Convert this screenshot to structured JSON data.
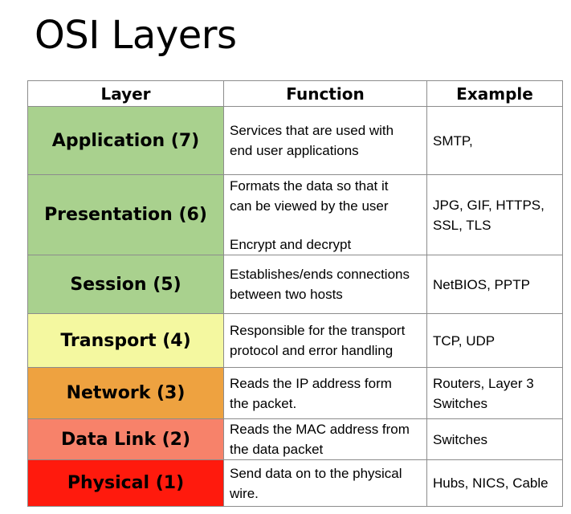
{
  "title": "OSI Layers",
  "table": {
    "headers": [
      "Layer",
      "Function",
      "Example"
    ],
    "rows": [
      {
        "layer": "Application (7)",
        "color": "#a9d18e",
        "function_lines": [
          "Services that are used with",
          "end user applications"
        ],
        "example_lines": [
          "SMTP,"
        ]
      },
      {
        "layer": "Presentation (6)",
        "color": "#a9d18e",
        "function_lines": [
          "Formats the data so that it",
          "can be viewed by the user"
        ],
        "function_note": "Encrypt and decrypt",
        "example_lines": [
          "JPG, GIF, HTTPS,",
          "SSL, TLS"
        ]
      },
      {
        "layer": "Session (5)",
        "color": "#a9d18e",
        "function_lines": [
          "Establishes/ends connections",
          "between two hosts"
        ],
        "example_lines": [
          "NetBIOS, PPTP"
        ]
      },
      {
        "layer": "Transport (4)",
        "color": "#f4f8a0",
        "function_lines": [
          "Responsible for the transport",
          "protocol and error handling"
        ],
        "example_lines": [
          "TCP, UDP"
        ]
      },
      {
        "layer": "Network (3)",
        "color": "#eea240",
        "function_lines": [
          "Reads the IP address form",
          "the packet."
        ],
        "example_lines": [
          "Routers, Layer 3",
          "Switches"
        ]
      },
      {
        "layer": "Data Link (2)",
        "color": "#f7826a",
        "function_lines": [
          "Reads the MAC address from",
          "the data packet"
        ],
        "example_lines": [
          "Switches"
        ]
      },
      {
        "layer": "Physical (1)",
        "color": "#ff1a0d",
        "function_lines": [
          "Send data on to the physical",
          "wire."
        ],
        "example_lines": [
          "Hubs, NICS, Cable"
        ]
      }
    ]
  }
}
